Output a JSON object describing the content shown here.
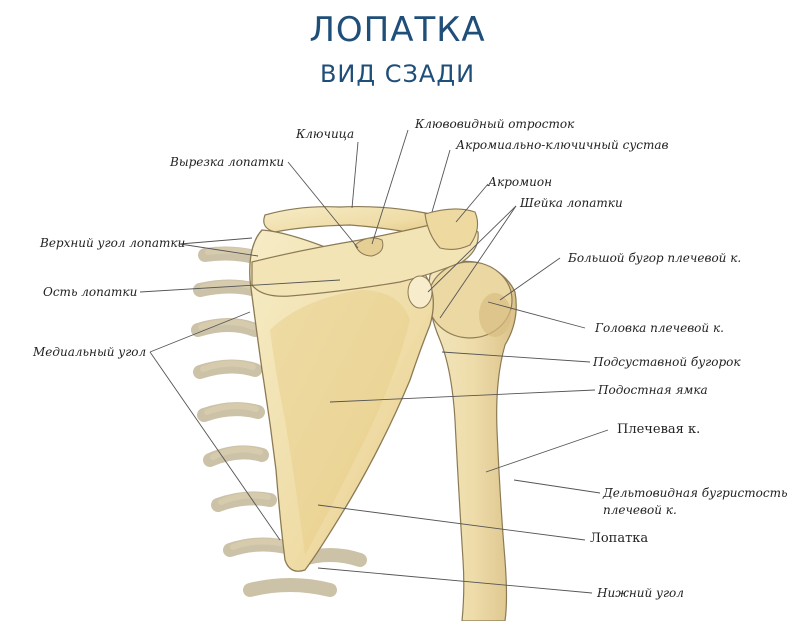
{
  "title": "ЛОПАТКА",
  "subtitle": "ВИД СЗАДИ",
  "labels": {
    "klyuchitsa": "Ключица",
    "klyuvovidny": "Клювовидный отросток",
    "akromialno": "Акромиально-ключичный сустав",
    "vyrezka": "Вырезка лопатки",
    "akromion": "Акромион",
    "sheyka": "Шейка лопатки",
    "verkhny_ugol": "Верхний угол лопатки",
    "bolshoy_bugor": "Большой бугор плечевой к.",
    "ost": "Ость лопатки",
    "golovka": "Головка плечевой к.",
    "medialny": "Медиальный угол",
    "podsustavnoy": "Подсуставной бугорок",
    "podostnaya": "Подостная ямка",
    "plechevaya": "Плечевая к.",
    "deltovidnaya_1": "Дельтовидная бугристость",
    "deltovidnaya_2": "плечевой к.",
    "lopatka": "Лопатка",
    "nizhny": "Нижний угол"
  },
  "colors": {
    "title": "#1f4e79",
    "bone": "#f1e2b4",
    "bone_shadow": "#e2c982",
    "outline": "#8c7a55",
    "leader": "#555555"
  }
}
